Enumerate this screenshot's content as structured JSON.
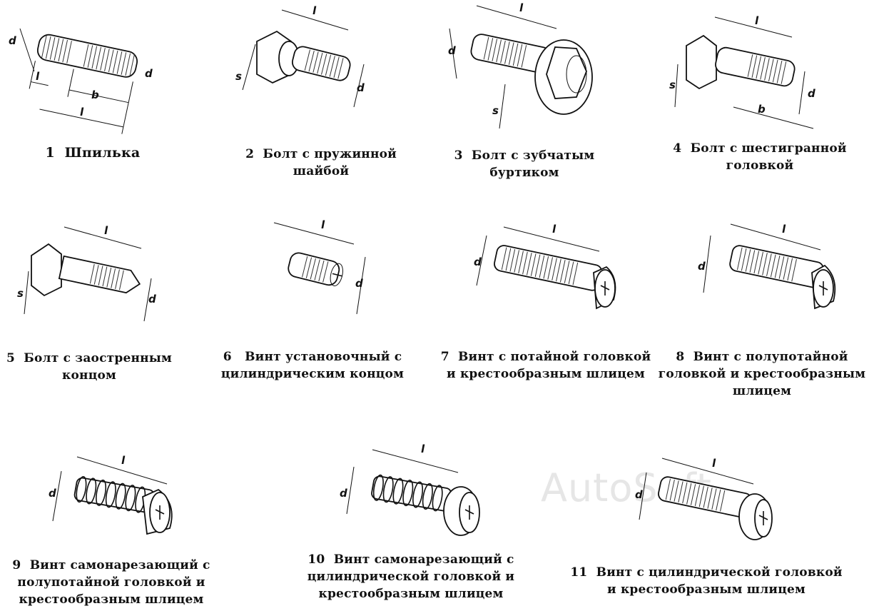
{
  "items": [
    {
      "num": "1",
      "lines": [
        "Шпилька"
      ]
    },
    {
      "num": "2",
      "lines": [
        "Болт с пружинной",
        "шайбой"
      ]
    },
    {
      "num": "3",
      "lines": [
        "Болт с зубчатым",
        "буртиком"
      ]
    },
    {
      "num": "4",
      "lines": [
        "Болт с шестигранной",
        "головкой"
      ]
    },
    {
      "num": "5",
      "lines": [
        "Болт с заостренным",
        "концом"
      ]
    },
    {
      "num": "6",
      "lines": [
        "Винт установочный с",
        "цилиндрическим концом"
      ]
    },
    {
      "num": "7",
      "lines": [
        "Винт с потайной головкой",
        "и крестообразным шлицем"
      ]
    },
    {
      "num": "8",
      "lines": [
        "Винт с  полупотайной",
        "головкой и крестообразным",
        "шлицем"
      ]
    },
    {
      "num": "9",
      "lines": [
        "Винт самонарезающий с",
        "полупотайной головкой и",
        "крестообразным шлицем"
      ]
    },
    {
      "num": "10",
      "lines": [
        "Винт самонарезающий с",
        "цилиндрической головкой и",
        "крестообразным шлицем"
      ]
    },
    {
      "num": "11",
      "lines": [
        "Винт с цилиндрической головкой",
        "и крестообразным шлицем"
      ]
    }
  ],
  "labels": {
    "d": "d",
    "l": "l",
    "b": "b",
    "s": "s"
  },
  "watermark": "AutoSoft"
}
